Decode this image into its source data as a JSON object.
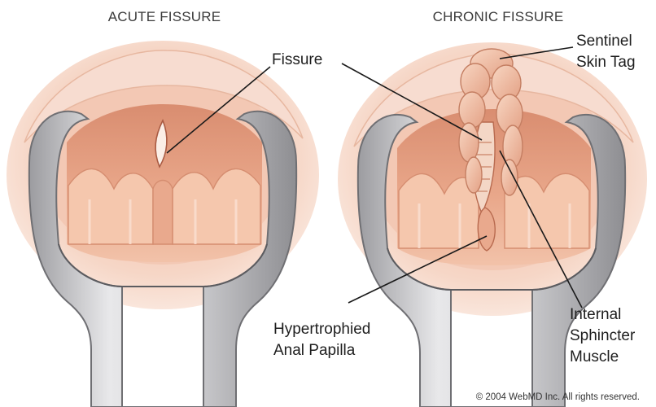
{
  "headings": {
    "acute": "ACUTE FISSURE",
    "chronic": "CHRONIC FISSURE"
  },
  "labels": {
    "fissure": "Fissure",
    "sentinel_line1": "Sentinel",
    "sentinel_line2": "Skin Tag",
    "papilla_line1": "Hypertrophied",
    "papilla_line2": "Anal Papilla",
    "sphincter_line1": "Internal",
    "sphincter_line2": "Sphincter",
    "sphincter_line3": "Muscle"
  },
  "copyright": "© 2004 WebMD Inc. All rights reserved.",
  "colors": {
    "skin_outer": "#f6d9cc",
    "skin_mid": "#efc0aa",
    "tissue": "#e7a285",
    "tissue_dark": "#c9795c",
    "mucosa_fold": "#f3c1a6",
    "instrument": "#c8c8ca",
    "instrument_edge": "#7d7d80",
    "tag": "#eeb99d"
  }
}
